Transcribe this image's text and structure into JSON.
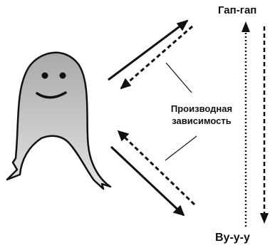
{
  "labels": {
    "top_sound": "Гап-гап",
    "bottom_sound": "Ву-у-у",
    "center_line1": "Производная",
    "center_line2": "зависимость"
  },
  "colors": {
    "stroke": "#111111",
    "creature_fill_top": "#a9a9a9",
    "creature_fill_bottom": "#e4e4e4"
  },
  "icons": {
    "creature": "ghost-creature-icon",
    "arrow_solid": "solid-arrow",
    "arrow_dashed": "dashed-arrow"
  }
}
